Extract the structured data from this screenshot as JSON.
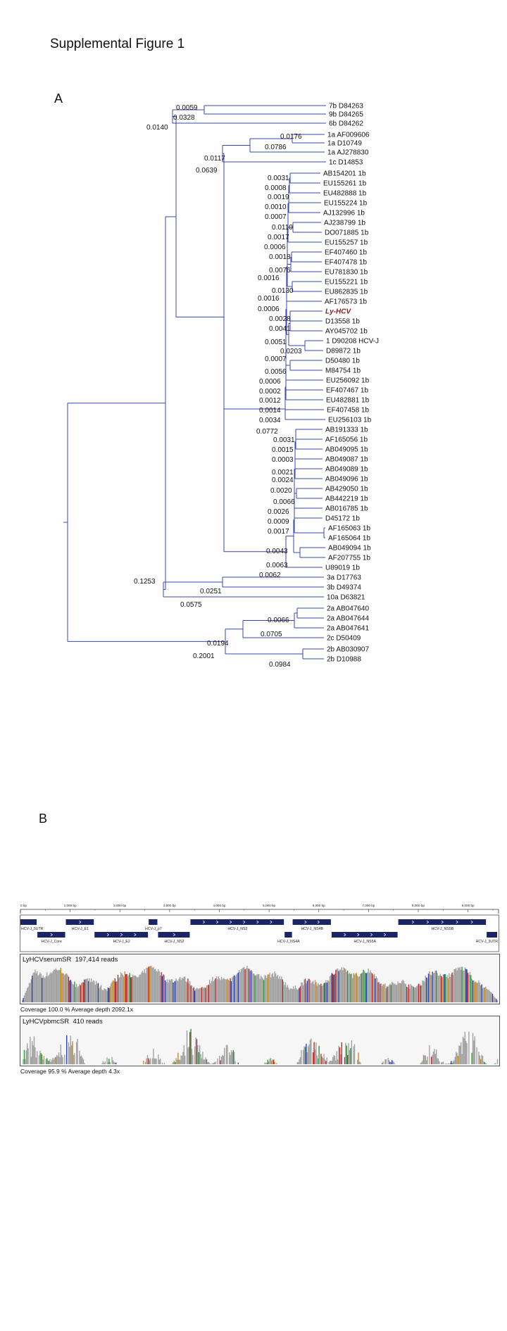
{
  "figure_title": "Supplemental Figure 1",
  "panel_a": {
    "label": "A",
    "leaves": [
      {
        "key": "L7b",
        "label": "7b D84263"
      },
      {
        "key": "L9b",
        "label": "9b D84265"
      },
      {
        "key": "L6b",
        "label": "6b D84262"
      },
      {
        "key": "L1aAF",
        "label": "1a AF009606"
      },
      {
        "key": "L1aD",
        "label": "1a D10749"
      },
      {
        "key": "L1aAJ",
        "label": "1a AJ278830"
      },
      {
        "key": "L1c",
        "label": "1c D14853"
      },
      {
        "key": "LAB154201",
        "label": "AB154201 1b"
      },
      {
        "key": "LEU155261",
        "label": "EU155261 1b"
      },
      {
        "key": "LEU482888",
        "label": "EU482888 1b"
      },
      {
        "key": "LEU155224",
        "label": "EU155224 1b"
      },
      {
        "key": "LAJ132996",
        "label": "AJ132996 1b"
      },
      {
        "key": "LAJ238799",
        "label": "AJ238799 1b"
      },
      {
        "key": "LDQ071885",
        "label": "DO071885 1b"
      },
      {
        "key": "LEU155257",
        "label": "EU155257 1b"
      },
      {
        "key": "LEF407460",
        "label": "EF407460 1b"
      },
      {
        "key": "LEF407478",
        "label": "EF407478 1b"
      },
      {
        "key": "LEU781830",
        "label": "EU781830 1b"
      },
      {
        "key": "LEU155221",
        "label": "EU155221 1b"
      },
      {
        "key": "LEU862835",
        "label": "EU862835 1b"
      },
      {
        "key": "LAF176573",
        "label": "AF176573 1b"
      },
      {
        "key": "LLy",
        "label": "Ly-HCV",
        "highlight": true
      },
      {
        "key": "LD13558",
        "label": "D13558 1b"
      },
      {
        "key": "LAY045702",
        "label": "AY045702 1b"
      },
      {
        "key": "LD90208",
        "label": "1 D90208 HCV-J"
      },
      {
        "key": "LD89872",
        "label": "D89872 1b"
      },
      {
        "key": "LD50480",
        "label": "D50480 1b"
      },
      {
        "key": "LM84754",
        "label": "M84754 1b"
      },
      {
        "key": "LEU256092",
        "label": "EU256092 1b"
      },
      {
        "key": "LEF407467",
        "label": "EF407467 1b"
      },
      {
        "key": "LEU482881",
        "label": "EU482881 1b"
      },
      {
        "key": "LEF407458",
        "label": "EF407458 1b"
      },
      {
        "key": "LEU256103",
        "label": "EU256103 1b"
      },
      {
        "key": "LAB191333",
        "label": "AB191333 1b"
      },
      {
        "key": "LAF165056",
        "label": "AF165056 1b"
      },
      {
        "key": "LAB049095",
        "label": "AB049095 1b"
      },
      {
        "key": "LAB049087",
        "label": "AB049087 1b"
      },
      {
        "key": "LAB049089",
        "label": "AB049089 1b"
      },
      {
        "key": "LAB049096",
        "label": "AB049096 1b"
      },
      {
        "key": "LAB429050",
        "label": "AB429050 1b"
      },
      {
        "key": "LAB442219",
        "label": "AB442219 1b"
      },
      {
        "key": "LAB016785",
        "label": "AB016785 1b"
      },
      {
        "key": "LD45172",
        "label": "D45172 1b"
      },
      {
        "key": "LAF165063",
        "label": "AF165063 1b"
      },
      {
        "key": "LAF165064",
        "label": "AF165064 1b"
      },
      {
        "key": "LAB049094",
        "label": "AB049094 1b"
      },
      {
        "key": "LAF207755",
        "label": "AF207755 1b"
      },
      {
        "key": "LU89019",
        "label": "U89019 1b"
      },
      {
        "key": "L3a",
        "label": "3a D17763"
      },
      {
        "key": "L3b",
        "label": "3b D49374"
      },
      {
        "key": "L10a",
        "label": "10a D63821"
      },
      {
        "key": "L2aAB047640",
        "label": "2a AB047640"
      },
      {
        "key": "L2aAB047644",
        "label": "2a AB047644"
      },
      {
        "key": "L2aAB047641",
        "label": "2a AB047641"
      },
      {
        "key": "L2c",
        "label": "2c D50409"
      },
      {
        "key": "L2bAB",
        "label": "2b AB030907"
      },
      {
        "key": "L2bD",
        "label": "2b D10988"
      }
    ],
    "branch_labels": [
      "0.0059",
      "0.0328",
      "0.0140",
      "0.0176",
      "0.0786",
      "0.0117",
      "0.0639",
      "0.0031",
      "0.0008",
      "0.0019",
      "0.0010",
      "0.0007",
      "0.0110",
      "0.0017",
      "0.0006",
      "0.0018",
      "0.0076",
      "0.0016",
      "0.0130",
      "0.0016",
      "0.0006",
      "0.0028",
      "0.0041",
      "0.0051",
      "0.0203",
      "0.0007",
      "0.0056",
      "0.0006",
      "0.0002",
      "0.0012",
      "0.0014",
      "0.0034",
      "0.0772",
      "0.0031",
      "0.0015",
      "0.0003",
      "0.0021",
      "0.0024",
      "0.0020",
      "0.0066",
      "0.0026",
      "0.0009",
      "0.0017",
      "0.0043",
      "0.0063",
      "0.0062",
      "0.1253",
      "0.0251",
      "0.0575",
      "0.0066",
      "0.0705",
      "0.0194",
      "0.2001",
      "0.0984"
    ]
  },
  "panel_b": {
    "label": "B",
    "ruler_ticks": [
      "0 bp",
      "1,000 bp",
      "2,000 bp",
      "3,000 bp",
      "4,000 bp",
      "5,000 bp",
      "6,000 bp",
      "7,000 bp",
      "8,000 bp",
      "9,000 bp"
    ],
    "genome_length": 9600,
    "genes": [
      {
        "name": "HCV-J_5UTR",
        "start": 0,
        "end": 341,
        "row": 0
      },
      {
        "name": "HCV-J_Core",
        "start": 341,
        "end": 914,
        "row": 1
      },
      {
        "name": "HCV-J_E1",
        "start": 914,
        "end": 1490,
        "row": 0
      },
      {
        "name": "HCV-J_E2",
        "start": 1490,
        "end": 2579,
        "row": 1
      },
      {
        "name": "HCV-J_p7",
        "start": 2579,
        "end": 2768,
        "row": 0
      },
      {
        "name": "HCV-J_NS2",
        "start": 2768,
        "end": 3419,
        "row": 1
      },
      {
        "name": "HCV-J_NS3",
        "start": 3419,
        "end": 5312,
        "row": 0
      },
      {
        "name": "HCV-J_NS4A",
        "start": 5312,
        "end": 5474,
        "row": 1
      },
      {
        "name": "HCV-J_NS4B",
        "start": 5474,
        "end": 6257,
        "row": 0
      },
      {
        "name": "HCV-J_NS5A",
        "start": 6257,
        "end": 7598,
        "row": 1
      },
      {
        "name": "HCV-J_NS5B",
        "start": 7598,
        "end": 9375,
        "row": 0
      },
      {
        "name": "HCV-J_3UTR",
        "start": 9375,
        "end": 9600,
        "row": 1
      }
    ],
    "tracks": [
      {
        "name": "LyHCVserumSR",
        "reads": "197,414 reads",
        "coverage_note": "Coverage 100.0 %   Average depth 2092.1x",
        "sparse": false
      },
      {
        "name": "LyHCVpbmcSR",
        "reads": "410 reads",
        "coverage_note": "Coverage 95.9 %   Average depth 4.3x",
        "sparse": true
      }
    ],
    "colors": {
      "gene": "#1a2466",
      "tree_line": "#3a45b5",
      "coverage": "#a3a3a3"
    }
  }
}
